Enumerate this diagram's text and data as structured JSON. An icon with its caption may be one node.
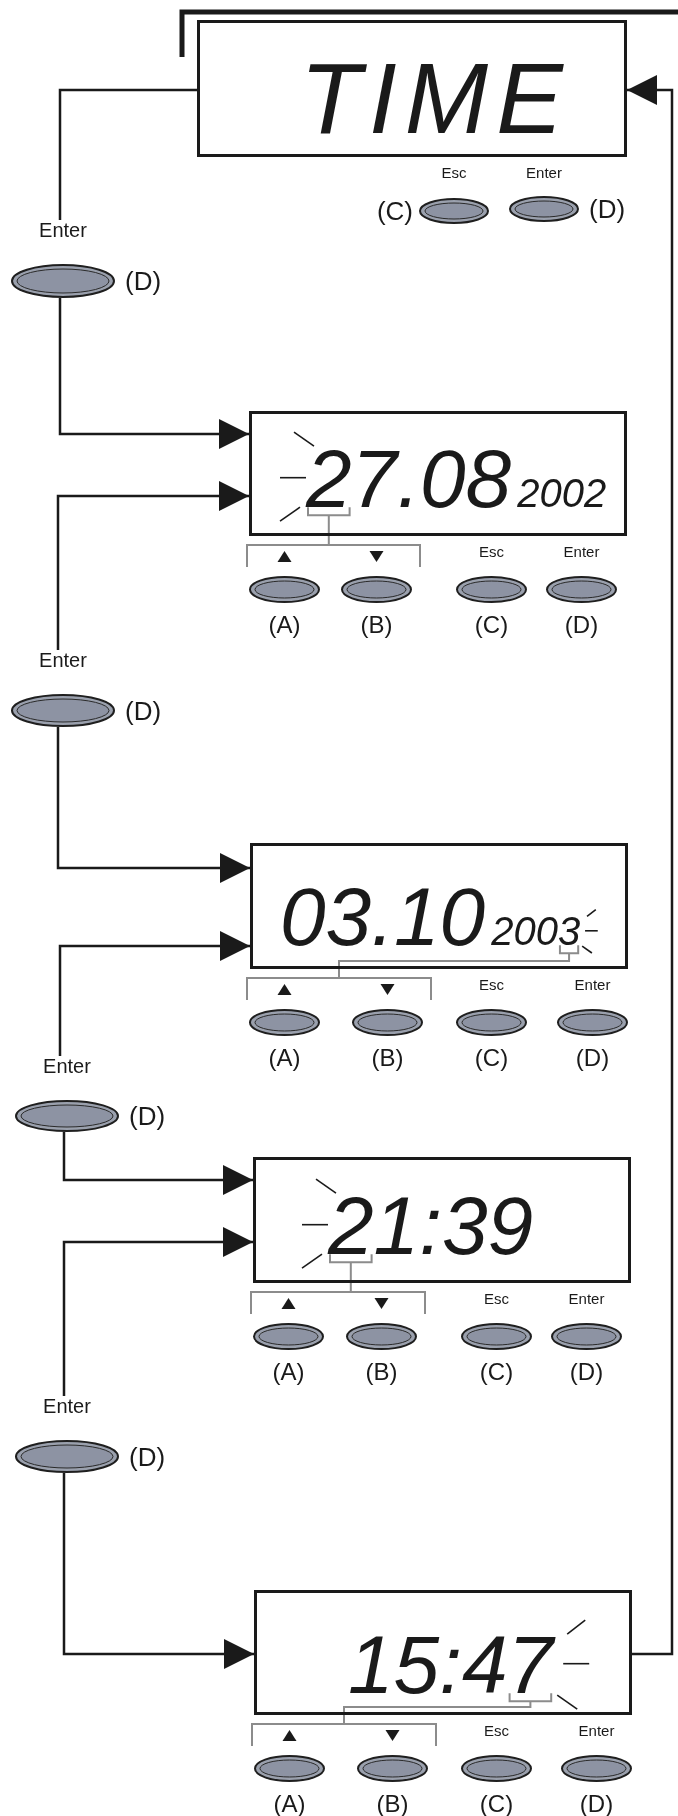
{
  "diagram": {
    "nodes": [
      {
        "text": [
          "TIME"
        ]
      },
      {
        "text": [
          "Esc"
        ],
        "beside": [
          "(C)"
        ]
      },
      {
        "text": [
          "Enter"
        ],
        "beside": [
          "(D)"
        ]
      },
      {
        "text": [
          "Enter"
        ],
        "beside": [
          "(D)"
        ]
      },
      {
        "text": [
          "27.08",
          "2002"
        ]
      },
      {
        "text": [],
        "shape": "button",
        "beside": [
          "(A)"
        ]
      },
      {
        "text": [],
        "shape": "button",
        "beside": [
          "(B)"
        ]
      },
      {
        "text": [
          "Esc"
        ],
        "beside": [
          "(C)"
        ]
      },
      {
        "text": [
          "Enter"
        ],
        "beside": [
          "(D)"
        ]
      },
      {
        "text": [
          "Enter"
        ],
        "beside": [
          "(D)"
        ]
      },
      {
        "text": [
          "03.10",
          "2003"
        ]
      },
      {
        "text": [],
        "shape": "button",
        "beside": [
          "(A)"
        ]
      },
      {
        "text": [],
        "shape": "button",
        "beside": [
          "(B)"
        ]
      },
      {
        "text": [
          "Esc"
        ],
        "beside": [
          "(C)"
        ]
      },
      {
        "text": [
          "Enter"
        ],
        "beside": [
          "(D)"
        ]
      },
      {
        "text": [
          "Enter"
        ],
        "beside": [
          "(D)"
        ]
      },
      {
        "text": [
          "21:39"
        ]
      },
      {
        "text": [],
        "shape": "button",
        "beside": [
          "(A)"
        ]
      },
      {
        "text": [],
        "shape": "button",
        "beside": [
          "(B)"
        ]
      },
      {
        "text": [
          "Esc"
        ],
        "beside": [
          "(C)"
        ]
      },
      {
        "text": [
          "Enter"
        ],
        "beside": [
          "(D)"
        ]
      },
      {
        "text": [
          "Enter"
        ],
        "beside": [
          "(D)"
        ]
      },
      {
        "text": [
          "15:47"
        ]
      },
      {
        "text": [],
        "shape": "button",
        "beside": [
          "(A)"
        ]
      },
      {
        "text": [],
        "shape": "button",
        "beside": [
          "(B)"
        ]
      },
      {
        "text": [
          "Esc"
        ],
        "beside": [
          "(C)"
        ]
      },
      {
        "text": [
          "Enter"
        ],
        "beside": [
          "(D)"
        ]
      }
    ],
    "edges": [
      {
        "from": 0,
        "to": 3,
        "arrow": "none"
      },
      {
        "from": 3,
        "to": 4,
        "arrow": "to"
      },
      {
        "from": 9,
        "to": 4,
        "arrow": "to"
      },
      {
        "from": 9,
        "to": 10,
        "arrow": "to"
      },
      {
        "from": 15,
        "to": 10,
        "arrow": "to"
      },
      {
        "from": 15,
        "to": 16,
        "arrow": "to"
      },
      {
        "from": 21,
        "to": 16,
        "arrow": "to"
      },
      {
        "from": 21,
        "to": 22,
        "arrow": "to"
      },
      {
        "from": 22,
        "to": 0,
        "arrow": "to"
      }
    ]
  }
}
